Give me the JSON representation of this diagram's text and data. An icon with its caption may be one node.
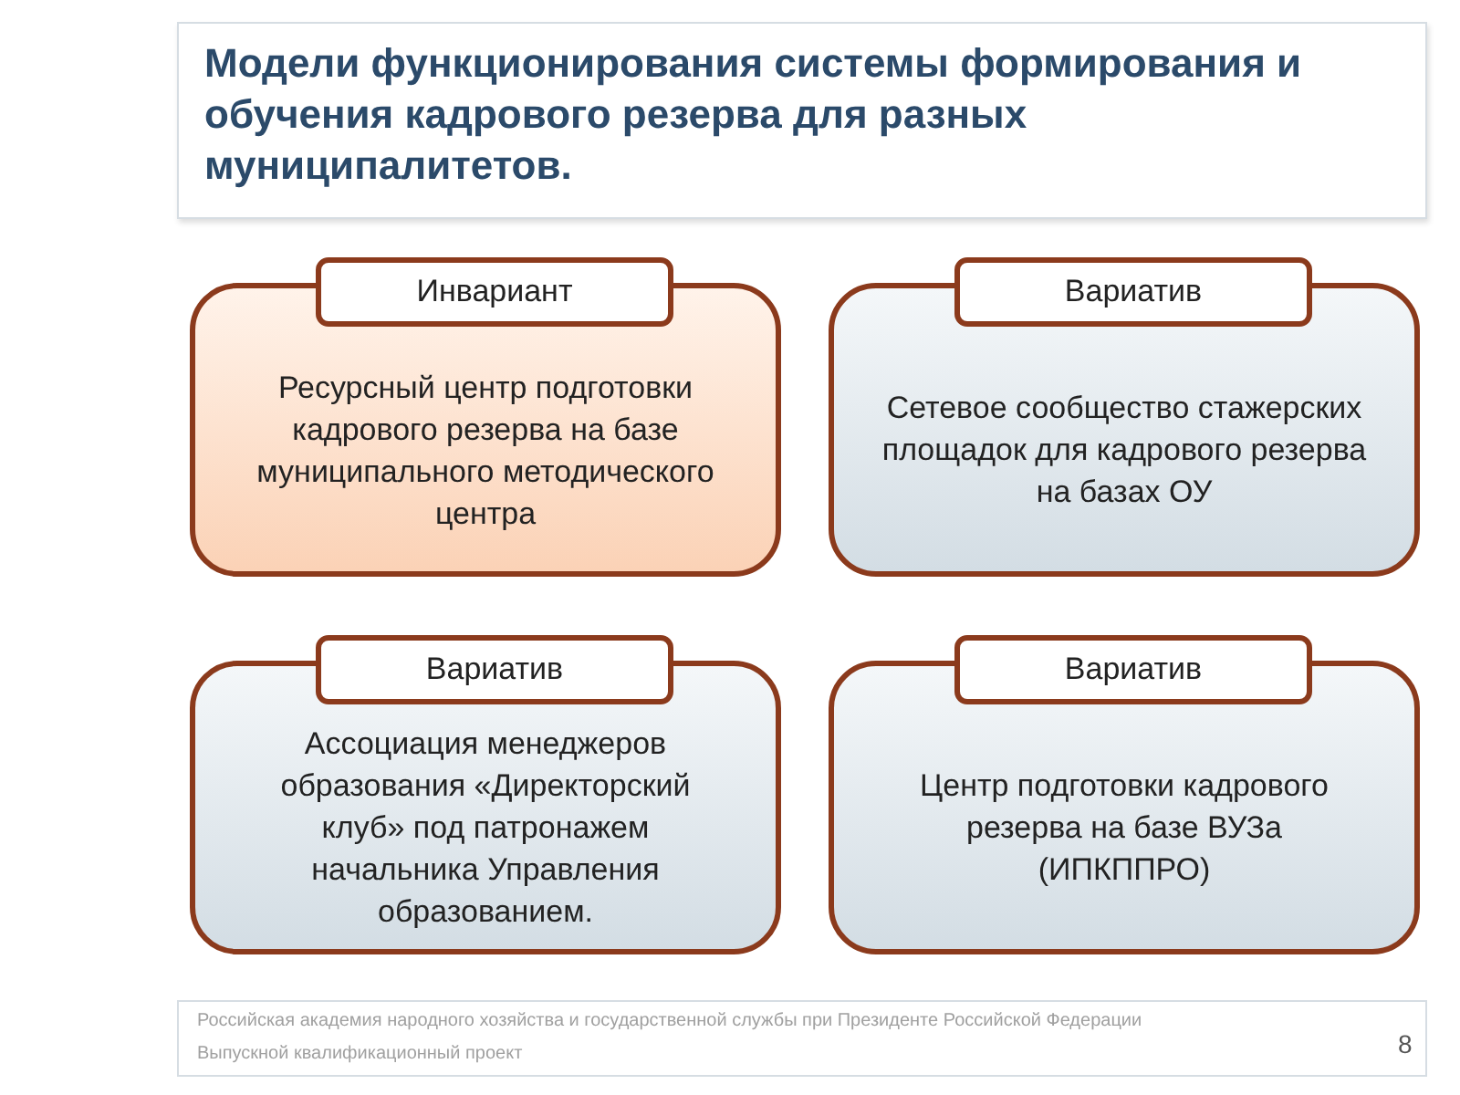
{
  "diagram": {
    "title": "Модели функционирования системы формирования и обучения кадрового резерва для разных муниципалитетов.",
    "nodes": [
      {
        "text": [
          "Инвариант",
          "Ресурсный центр подготовки кадрового резерва на базе муниципального методического центра"
        ]
      },
      {
        "text": [
          "Вариатив",
          "Сетевое сообщество стажерских площадок для кадрового резерва на базах ОУ"
        ]
      },
      {
        "text": [
          "Вариатив",
          "Ассоциация менеджеров образования «Директорский клуб» под патронажем начальника Управления образованием."
        ]
      },
      {
        "text": [
          "Вариатив",
          "Центр подготовки кадрового резерва на базе ВУЗа (ИПКППРО)"
        ]
      }
    ],
    "labels": [
      "Российская академия народного хозяйства и государственной службы при Президенте Российской Федерации",
      "Выпускной квалификационный проект",
      "8"
    ]
  }
}
